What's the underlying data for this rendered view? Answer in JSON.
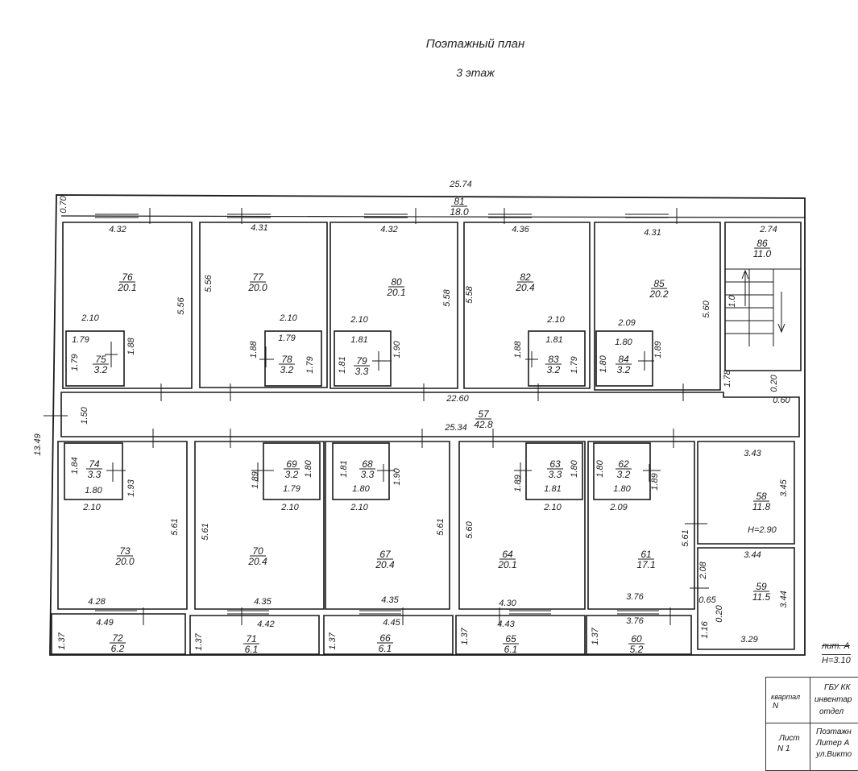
{
  "header": {
    "title": "Поэтажный план",
    "subtitle": "3 этаж"
  },
  "overall": {
    "length": "25.74",
    "width": "13.49"
  },
  "rooms": [
    {
      "n": "76",
      "a": "20.1"
    },
    {
      "n": "77",
      "a": "20.0"
    },
    {
      "n": "80",
      "a": "20.1"
    },
    {
      "n": "82",
      "a": "20.4"
    },
    {
      "n": "85",
      "a": "20.2"
    },
    {
      "n": "86",
      "a": "11.0"
    },
    {
      "n": "81",
      "a": "18.0"
    },
    {
      "n": "75",
      "a": "3.2"
    },
    {
      "n": "78",
      "a": "3.2"
    },
    {
      "n": "79",
      "a": "3.3"
    },
    {
      "n": "83",
      "a": "3.2"
    },
    {
      "n": "84",
      "a": "3.2"
    },
    {
      "n": "57",
      "a": "42.8"
    },
    {
      "n": "74",
      "a": "3.3"
    },
    {
      "n": "69",
      "a": "3.2"
    },
    {
      "n": "68",
      "a": "3.3"
    },
    {
      "n": "63",
      "a": "3.3"
    },
    {
      "n": "62",
      "a": "3.2"
    },
    {
      "n": "73",
      "a": "20.0"
    },
    {
      "n": "70",
      "a": "20.4"
    },
    {
      "n": "67",
      "a": "20.4"
    },
    {
      "n": "64",
      "a": "20.1"
    },
    {
      "n": "61",
      "a": "17.1"
    },
    {
      "n": "58",
      "a": "11.8"
    },
    {
      "n": "59",
      "a": "11.5"
    },
    {
      "n": "72",
      "a": "6.2"
    },
    {
      "n": "71",
      "a": "6.1"
    },
    {
      "n": "66",
      "a": "6.1"
    },
    {
      "n": "65",
      "a": "6.1"
    },
    {
      "n": "60",
      "a": "5.2"
    }
  ],
  "dims": [
    "0.70",
    "4.32",
    "4.31",
    "4.32",
    "4.36",
    "4.31",
    "2.74",
    "5.56",
    "5.56",
    "5.58",
    "5.58",
    "5.60",
    "1.0",
    "2.10",
    "2.10",
    "2.10",
    "2.10",
    "2.09",
    "1.79",
    "1.88",
    "1.79",
    "1.79",
    "1.88",
    "1.79",
    "1.81",
    "1.81",
    "1.90",
    "1.81",
    "1.88",
    "1.79",
    "1.80",
    "1.80",
    "1.89",
    "22.60",
    "1.50",
    "25.34",
    "1.78",
    "0.20",
    "0.60",
    "1.84",
    "1.80",
    "1.93",
    "1.89",
    "1.79",
    "1.80",
    "1.81",
    "1.80",
    "1.90",
    "1.89",
    "1.81",
    "1.80",
    "1.80",
    "1.80",
    "1.89",
    "2.10",
    "2.10",
    "2.10",
    "2.10",
    "2.09",
    "5.61",
    "5.61",
    "5.61",
    "5.60",
    "5.61",
    "3.43",
    "3.45",
    "3.44",
    "2.08",
    "3.44",
    "0.65",
    "0.20",
    "3.29",
    "1.16",
    "4.28",
    "4.35",
    "4.35",
    "4.30",
    "3.76",
    "4.49",
    "4.42",
    "4.45",
    "4.43",
    "3.76",
    "1.37",
    "1.37",
    "1.37",
    "1.37",
    "1.37"
  ],
  "notes": {
    "height_58": "Н=2.90",
    "lit": "лит. А",
    "height": "Н=3.10"
  },
  "title_block": {
    "kvartal": "квартал",
    "kvartal_n": "N",
    "org_1": "ГБУ КК",
    "org_2": "инвентар",
    "org_3": "отдел",
    "list": "Лист",
    "list_n": "N 1",
    "doc_1": "Поэтажн",
    "doc_2": "Литер А",
    "doc_3": "ул.Викто"
  }
}
